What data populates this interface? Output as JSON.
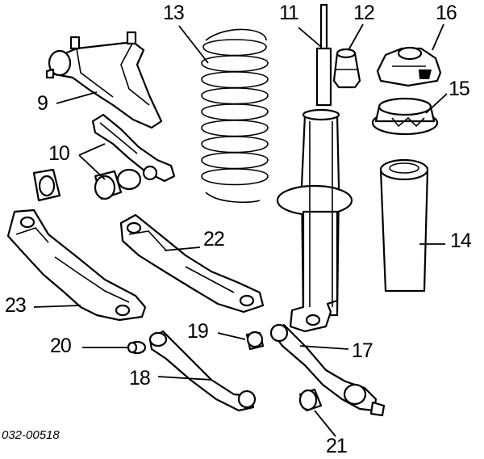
{
  "diagram": {
    "drawing_code": "032-00518",
    "callouts": {
      "c9": "9",
      "c10": "10",
      "c11": "11",
      "c12": "12",
      "c13": "13",
      "c14": "14",
      "c15": "15",
      "c16": "16",
      "c17": "17",
      "c18": "18",
      "c19": "19",
      "c20": "20",
      "c21": "21",
      "c22": "22",
      "c23": "23"
    }
  },
  "colors": {
    "ink": "#000000",
    "paper": "#ffffff"
  }
}
